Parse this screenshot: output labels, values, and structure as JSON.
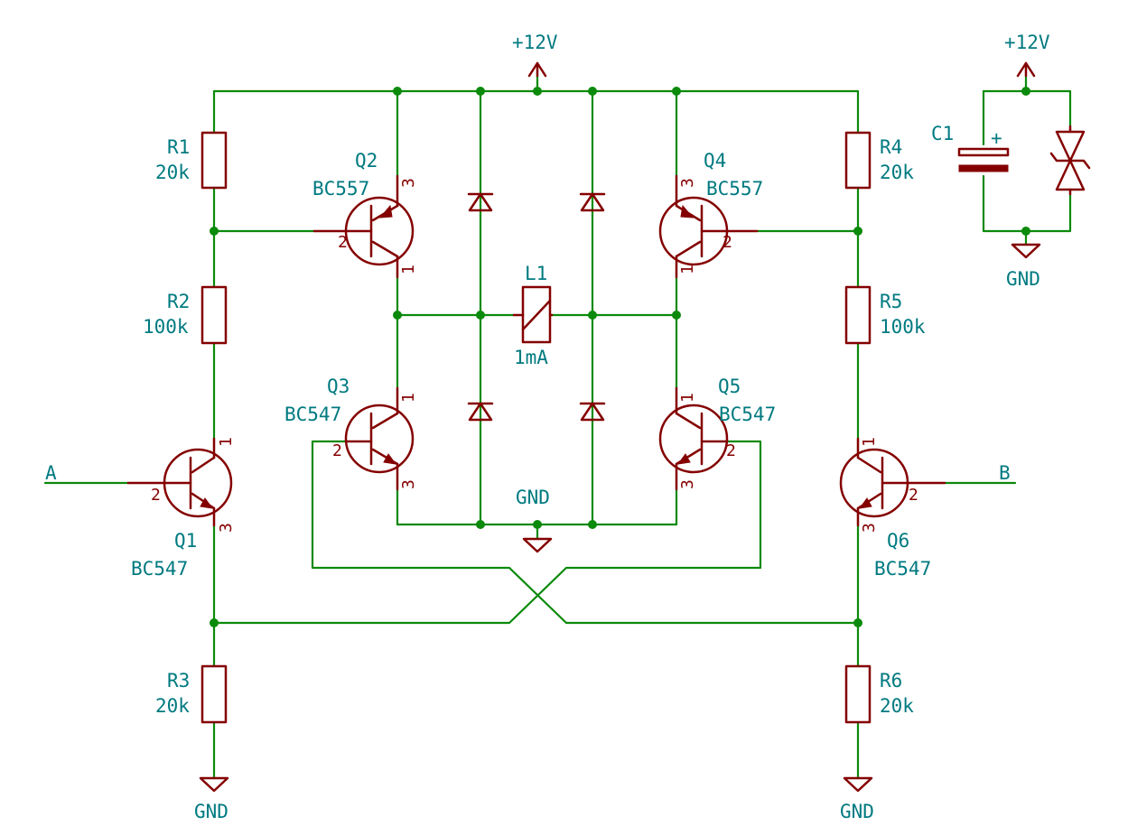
{
  "colors": {
    "wire": "#0b8a0b",
    "component": "#840000",
    "text": "#007a80",
    "background": "#ffffff"
  },
  "power": {
    "vcc": "+12V",
    "gnd": "GND"
  },
  "ports": {
    "a": "A",
    "b": "B"
  },
  "resistors": {
    "r1": {
      "ref": "R1",
      "value": "20k"
    },
    "r2": {
      "ref": "R2",
      "value": "100k"
    },
    "r3": {
      "ref": "R3",
      "value": "20k"
    },
    "r4": {
      "ref": "R4",
      "value": "20k"
    },
    "r5": {
      "ref": "R5",
      "value": "100k"
    },
    "r6": {
      "ref": "R6",
      "value": "20k"
    }
  },
  "transistors": {
    "q1": {
      "ref": "Q1",
      "value": "BC547"
    },
    "q2": {
      "ref": "Q2",
      "value": "BC557"
    },
    "q3": {
      "ref": "Q3",
      "value": "BC547"
    },
    "q4": {
      "ref": "Q4",
      "value": "BC557"
    },
    "q5": {
      "ref": "Q5",
      "value": "BC547"
    },
    "q6": {
      "ref": "Q6",
      "value": "BC547"
    }
  },
  "pins": {
    "p1": "1",
    "p2": "2",
    "p3": "3"
  },
  "inductor": {
    "ref": "L1",
    "value": "1mA"
  },
  "capacitor": {
    "ref": "C1",
    "plus": "+"
  }
}
